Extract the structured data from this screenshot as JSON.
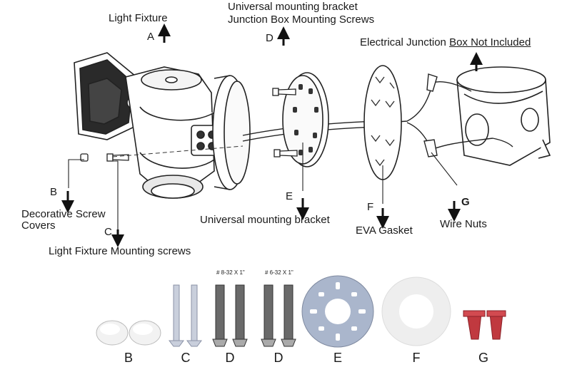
{
  "callouts": {
    "a": {
      "letter": "A",
      "text": "Light Fixture"
    },
    "b": {
      "letter": "B",
      "text_line1": "Decorative Screw",
      "text_line2": "Covers"
    },
    "c": {
      "letter": "C",
      "text": "Light Fixture Mounting screws"
    },
    "d": {
      "letter": "D",
      "text_line1": "Universal mounting bracket",
      "text_line2": "Junction Box Mounting Screws"
    },
    "e": {
      "letter": "E",
      "text": "Universal mounting bracket"
    },
    "f": {
      "letter": "F",
      "text": "EVA Gasket"
    },
    "g": {
      "letter": "G",
      "text": "Wire Nuts"
    },
    "junction": {
      "part1": "Electrical Junction ",
      "part2": "Box Not Included"
    }
  },
  "parts_row": {
    "screw_spec_1": "# 8-32 X 1\"",
    "screw_spec_2": "# 6-32 X 1\"",
    "labels": [
      "B",
      "C",
      "D",
      "D",
      "E",
      "F",
      "G"
    ]
  },
  "colors": {
    "line": "#222222",
    "bracket_blue": "#aab6cc",
    "wirenut_red": "#c0393f",
    "cap_white": "#f2f2f2"
  }
}
